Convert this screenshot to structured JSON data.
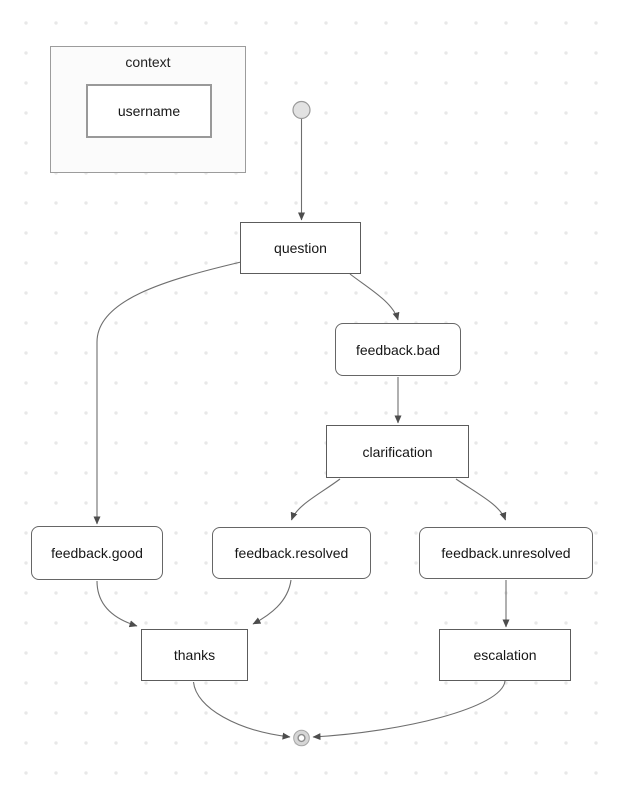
{
  "diagram": {
    "kind": "state-flow-diagram",
    "frame": {
      "label": "context"
    },
    "nodes": {
      "username": {
        "label": "username",
        "shape": "rect"
      },
      "question": {
        "label": "question",
        "shape": "rect"
      },
      "feedback_bad": {
        "label": "feedback.bad",
        "shape": "rounded"
      },
      "clarification": {
        "label": "clarification",
        "shape": "rect"
      },
      "feedback_good": {
        "label": "feedback.good",
        "shape": "rounded"
      },
      "feedback_resolved": {
        "label": "feedback.resolved",
        "shape": "rounded"
      },
      "feedback_unresolved": {
        "label": "feedback.unresolved",
        "shape": "rounded"
      },
      "thanks": {
        "label": "thanks",
        "shape": "rect"
      },
      "escalation": {
        "label": "escalation",
        "shape": "rect"
      }
    },
    "edges": [
      {
        "from": "start",
        "to": "question"
      },
      {
        "from": "question",
        "to": "feedback.bad"
      },
      {
        "from": "question",
        "to": "feedback.good"
      },
      {
        "from": "feedback.bad",
        "to": "clarification"
      },
      {
        "from": "clarification",
        "to": "feedback.resolved"
      },
      {
        "from": "clarification",
        "to": "feedback.unresolved"
      },
      {
        "from": "feedback.good",
        "to": "thanks"
      },
      {
        "from": "feedback.resolved",
        "to": "thanks"
      },
      {
        "from": "feedback.unresolved",
        "to": "escalation"
      },
      {
        "from": "thanks",
        "to": "end"
      },
      {
        "from": "escalation",
        "to": "end"
      }
    ],
    "colors": {
      "node_border": "#5c5c5c",
      "rounded_node_border": "#666666",
      "edge_line": "#6e6e6e",
      "arrowhead": "#4d4d4d",
      "frame_fill": "#fbfbfb",
      "frame_border": "#9c9c9c",
      "start_node_fill": "#e2e2e2",
      "end_node_fill": "#d6d6d6",
      "dot_grid": "#e8e8e8",
      "background": "#ffffff"
    }
  }
}
